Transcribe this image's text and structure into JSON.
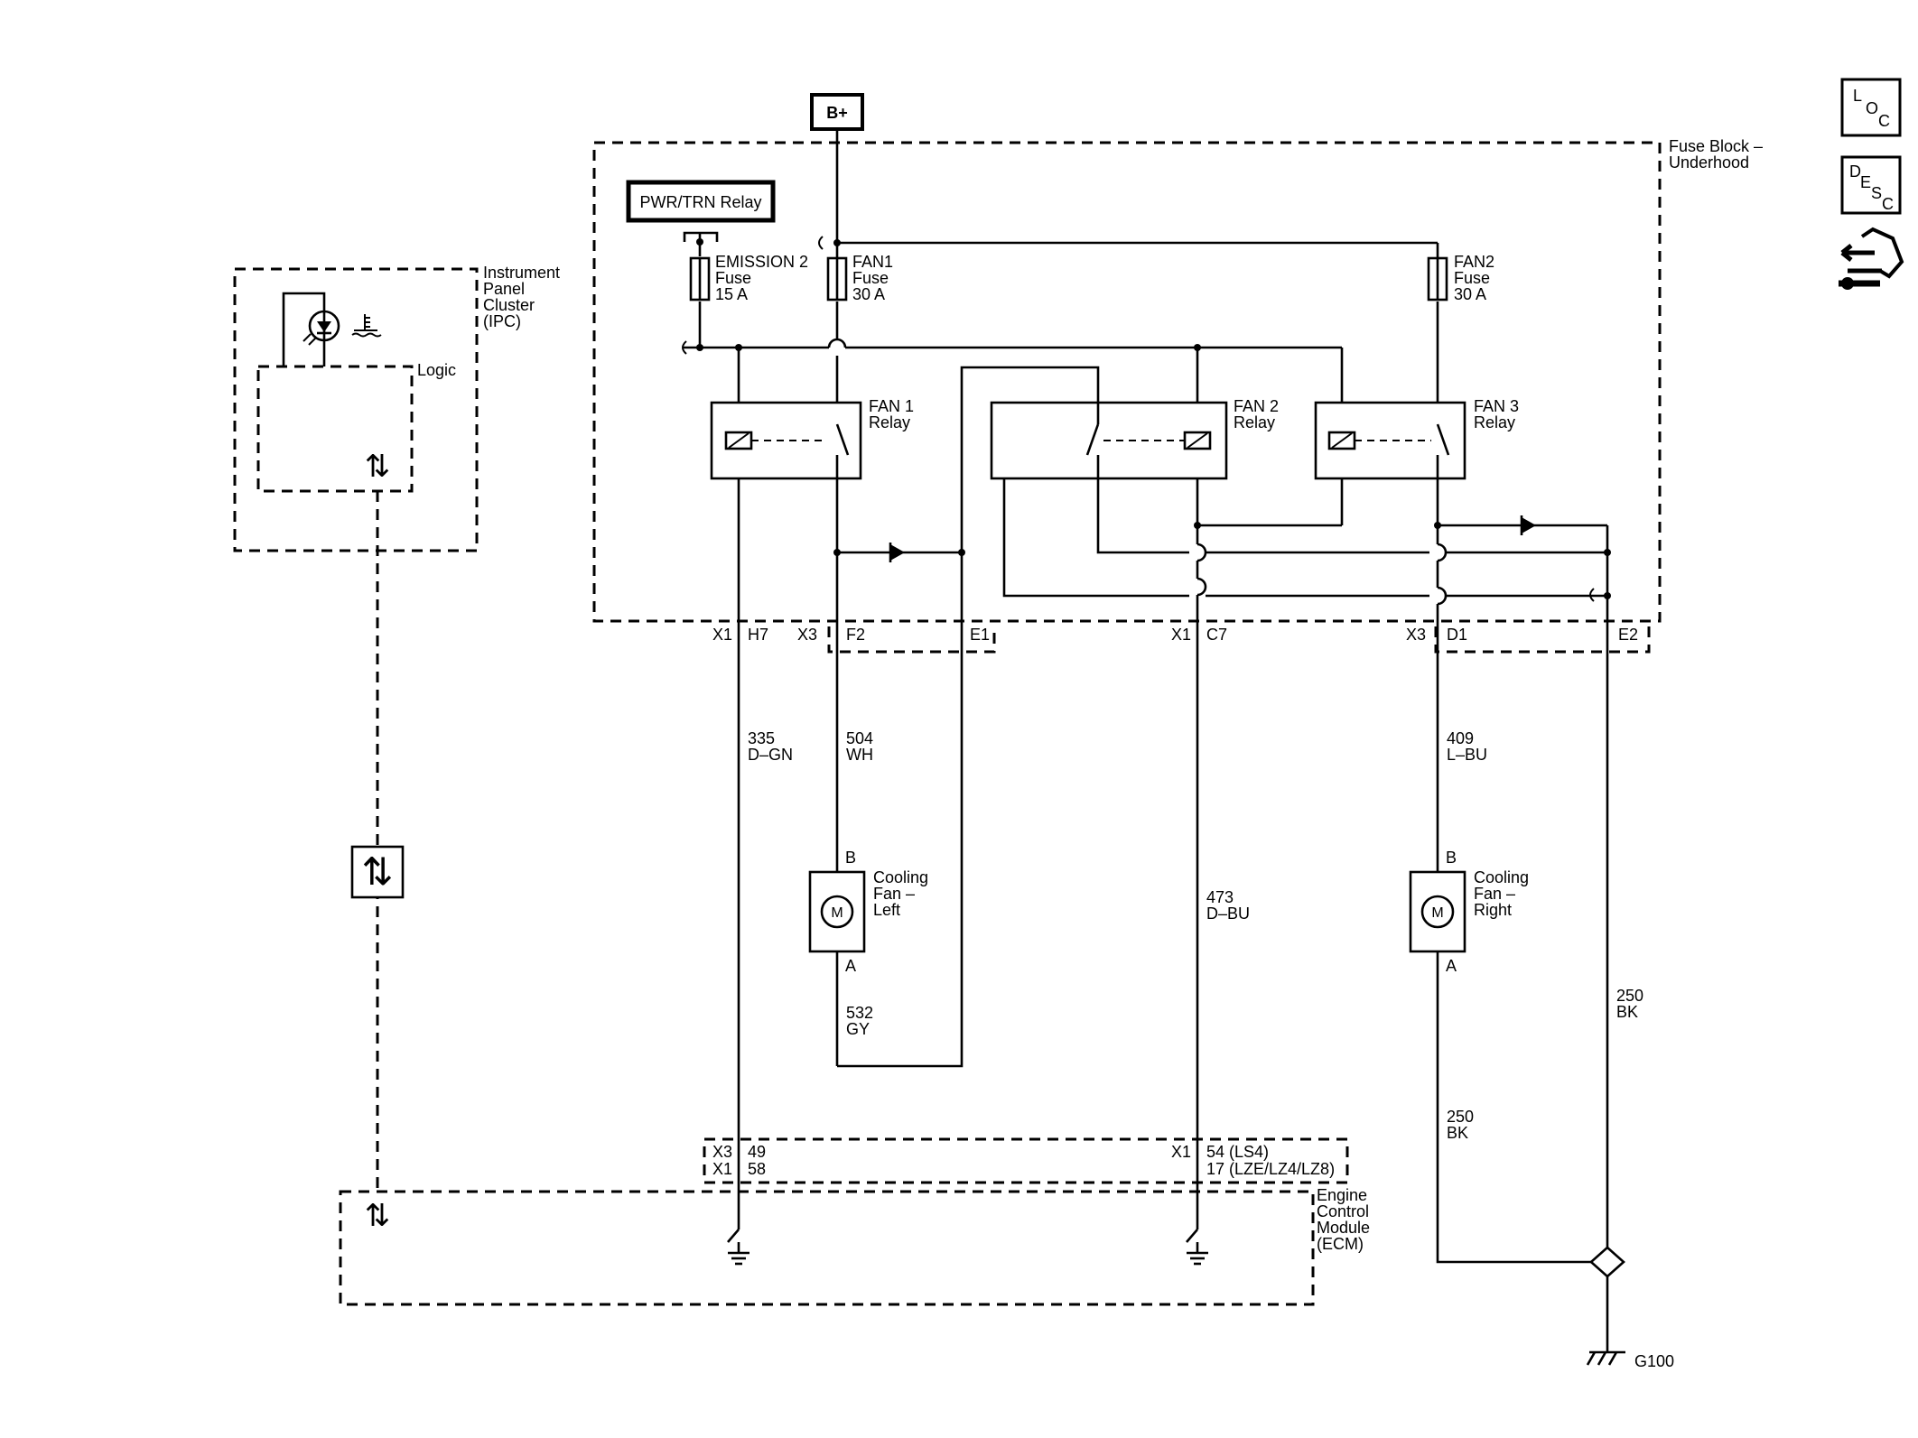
{
  "battery_label": "B+",
  "pwr_trn_relay_label": "PWR/TRN Relay",
  "fuse_block": [
    "Fuse Block –",
    "Underhood"
  ],
  "ipc": [
    "Instrument",
    "Panel",
    "Cluster",
    "(IPC)"
  ],
  "ipc_logic": "Logic",
  "ecm": [
    "Engine",
    "Control",
    "Module",
    "(ECM)"
  ],
  "fuses": {
    "emission2": [
      "EMISSION 2",
      "Fuse",
      "15 A"
    ],
    "fan1": [
      "FAN1",
      "Fuse",
      "30 A"
    ],
    "fan2": [
      "FAN2",
      "Fuse",
      "30 A"
    ]
  },
  "relays": {
    "fan1": [
      "FAN 1",
      "Relay"
    ],
    "fan2": [
      "FAN 2",
      "Relay"
    ],
    "fan3": [
      "FAN 3",
      "Relay"
    ]
  },
  "connectors": {
    "x1_h7": [
      "X1",
      "H7"
    ],
    "x3_f2": [
      "X3",
      "F2"
    ],
    "e1": "E1",
    "x1_c7": [
      "X1",
      "C7"
    ],
    "x3_d1": [
      "X3",
      "D1"
    ],
    "e2": "E2",
    "ecm_left": [
      "X3",
      "49",
      "X1",
      "58"
    ],
    "ecm_right": [
      "X1",
      "54 (LS4)",
      "17 (LZE/LZ4/LZ8)"
    ]
  },
  "wires": {
    "w335": [
      "335",
      "D–GN"
    ],
    "w504": [
      "504",
      "WH"
    ],
    "w532": [
      "532",
      "GY"
    ],
    "w473": [
      "473",
      "D–BU"
    ],
    "w409": [
      "409",
      "L–BU"
    ],
    "w250a": [
      "250",
      "BK"
    ],
    "w250b": [
      "250",
      "BK"
    ]
  },
  "motors": {
    "left": {
      "pin_top": "B",
      "pin_bottom": "A",
      "symbol": "M",
      "label": [
        "Cooling",
        "Fan –",
        "Left"
      ]
    },
    "right": {
      "pin_top": "B",
      "pin_bottom": "A",
      "symbol": "M",
      "label": [
        "Cooling",
        "Fan –",
        "Right"
      ]
    }
  },
  "ground_label": "G100",
  "side_icons": {
    "loc": [
      "L",
      "O",
      "C"
    ],
    "desc": [
      "D",
      "E",
      "S",
      "C"
    ],
    "connector_icon": "connector-end-view-icon"
  }
}
